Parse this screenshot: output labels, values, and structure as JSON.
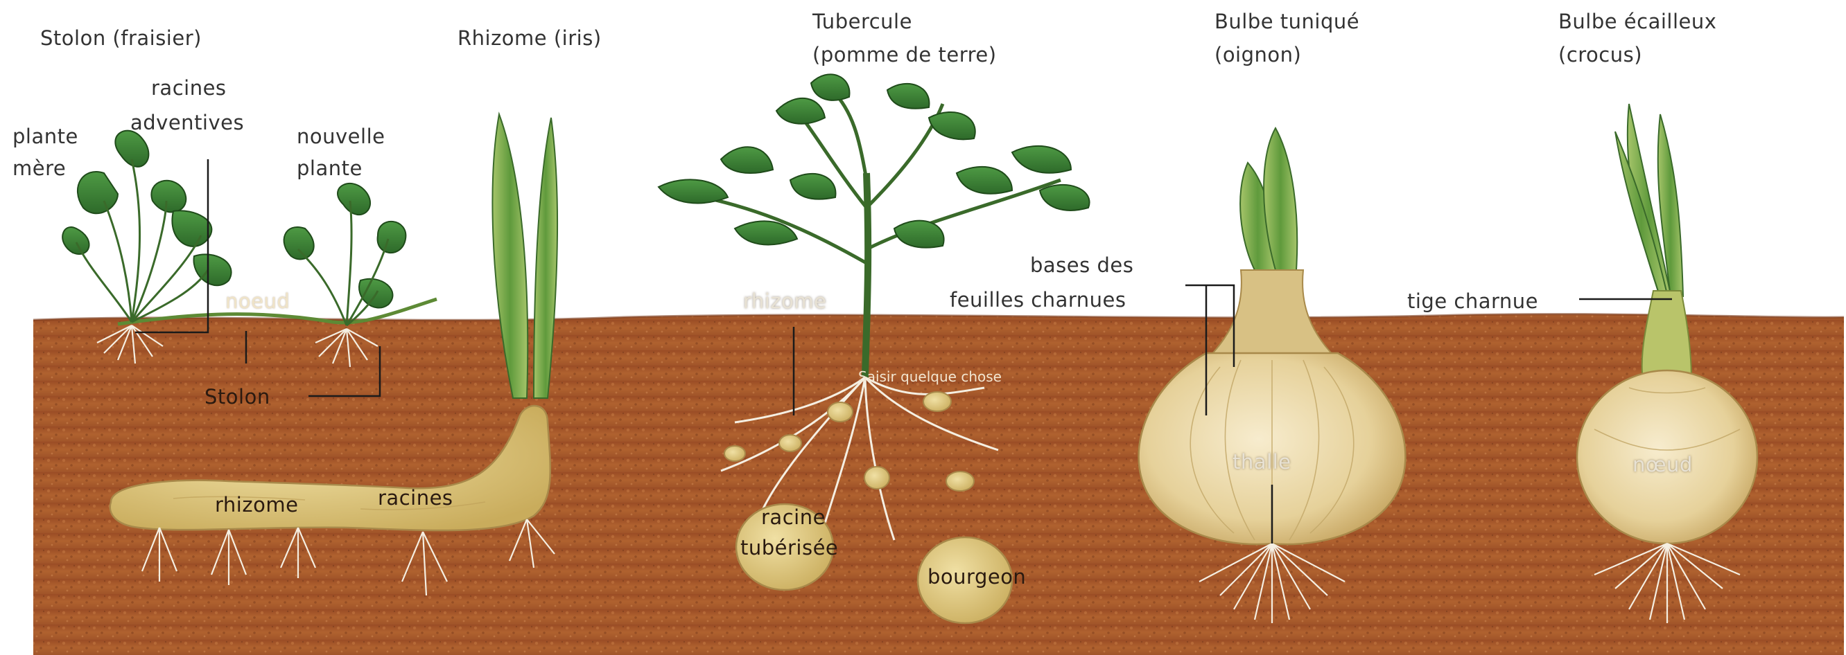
{
  "search": {
    "placeholder": "Saisir quelque chose"
  },
  "colors": {
    "soil": "#a9582d",
    "soil_dark": "#7c3e1e",
    "leaf": "#3f8a3a",
    "leaf_dark": "#24561f",
    "tuber": "#e3d18e",
    "bulb": "#ecdcb0",
    "root": "#f4ede0",
    "line": "#1a1a1a"
  },
  "panels": {
    "stolon": {
      "title": "Stolon (fraisier)",
      "labels": {
        "racines_adventives": [
          "racines",
          "adventives"
        ],
        "plante_mere": [
          "plante",
          "mère"
        ],
        "nouvelle_plante": [
          "nouvelle",
          "plante"
        ],
        "noeud": "noeud",
        "stolon": "Stolon"
      }
    },
    "rhizome": {
      "title": "Rhizome (iris)",
      "labels": {
        "rhizome": "rhizome",
        "racines": "racines"
      }
    },
    "tubercule": {
      "title": [
        "Tubercule",
        "(pomme de terre)"
      ],
      "labels": {
        "rhizome": "rhizome",
        "racine_tuberisee": [
          "racine",
          "tubérisée"
        ],
        "bourgeon": "bourgeon"
      }
    },
    "bulbe_tunique": {
      "title": [
        "Bulbe tuniqué",
        "(oignon)"
      ],
      "labels": {
        "bases_feuilles": [
          "bases des",
          "feuilles charnues"
        ],
        "taille": "thalle"
      }
    },
    "bulbe_ecailleux": {
      "title": [
        "Bulbe écailleux",
        "(crocus)"
      ],
      "labels": {
        "tige_charnue": "tige charnue",
        "noeud": "nœud"
      }
    }
  }
}
